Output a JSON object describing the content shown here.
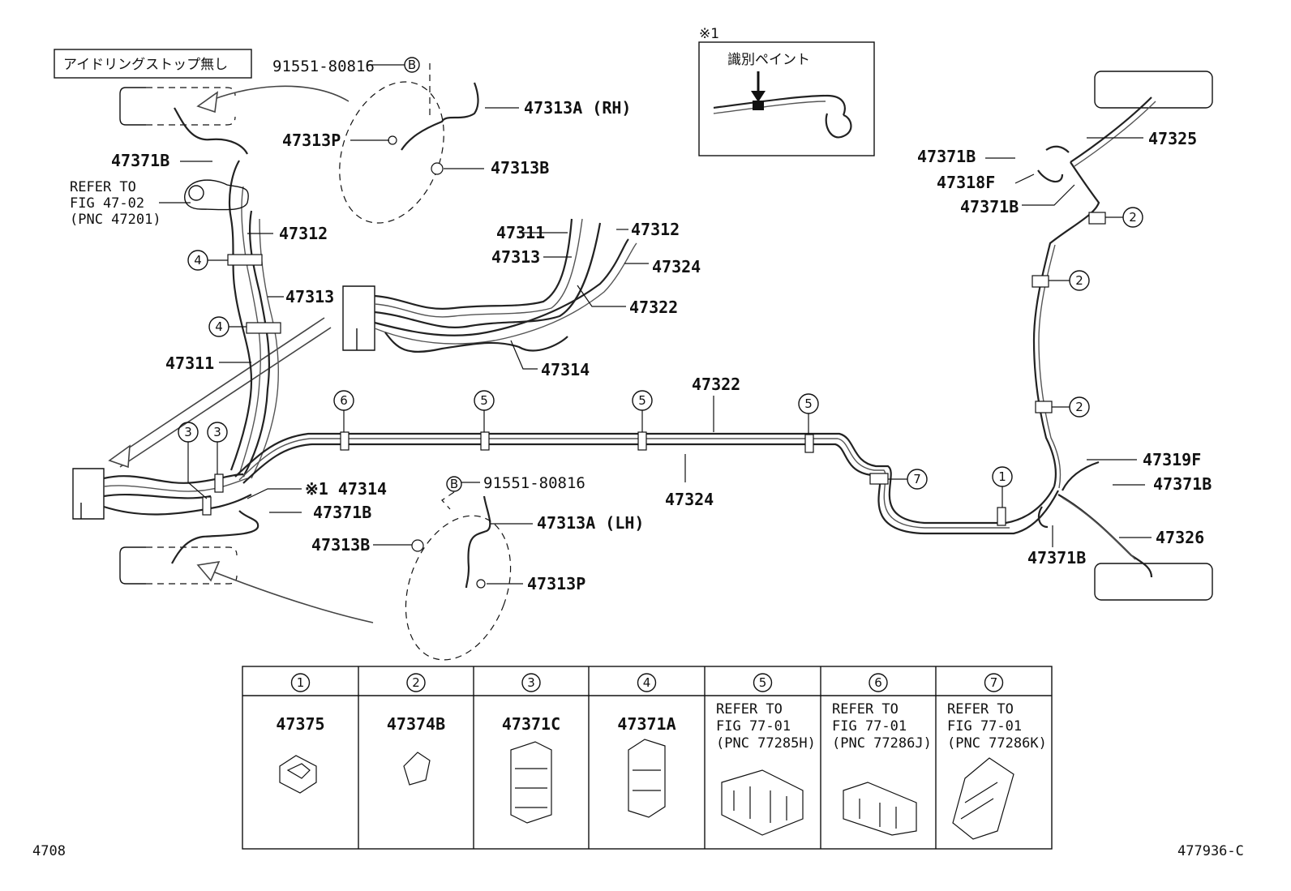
{
  "diagram": {
    "top_note": "アイドリングストップ無し",
    "detail_ref": "※1",
    "detail_caption": "識別ペイント",
    "labels": {
      "p91551_top": "91551-80816",
      "p91551_bottom": "91551-80816",
      "b_mark": "B",
      "p47313A_rh": "47313A (RH)",
      "p47313A_lh": "47313A (LH)",
      "p47313P_top": "47313P",
      "p47313P_bottom": "47313P",
      "p47313B_top": "47313B",
      "p47313B_bottom": "47313B",
      "p47371B_left_top": "47371B",
      "p47371B_left_bottom": "47371B",
      "p47371B_r1": "47371B",
      "p47371B_r2": "47371B",
      "p47371B_r3": "47371B",
      "p47371B_r4": "47371B",
      "refer_fig_1": "REFER TO",
      "refer_fig_2": "FIG 47-02",
      "refer_fig_3": "(PNC 47201)",
      "p47312_left": "47312",
      "p47313_left": "47313",
      "p47311_left": "47311",
      "p47311_mid": "47311",
      "p47313_mid": "47313",
      "p47312_mid": "47312",
      "p47324_mid": "47324",
      "p47322_mid": "47322",
      "p47314_mid": "47314",
      "p47314_note": "※1 47314",
      "p47322_long": "47322",
      "p47324_long": "47324",
      "p47325": "47325",
      "p47318F": "47318F",
      "p47319F": "47319F",
      "p47326": "47326"
    },
    "callouts": {
      "c1": "1",
      "c2": "2",
      "c3": "3",
      "c4": "4",
      "c5": "5",
      "c6": "6",
      "c7": "7"
    },
    "parts_table": [
      {
        "num": "1",
        "lines": [
          "47375"
        ]
      },
      {
        "num": "2",
        "lines": [
          "47374B"
        ]
      },
      {
        "num": "3",
        "lines": [
          "47371C"
        ]
      },
      {
        "num": "4",
        "lines": [
          "47371A"
        ]
      },
      {
        "num": "5",
        "lines": [
          "REFER TO",
          "FIG 77-01",
          "(PNC 77285H)"
        ]
      },
      {
        "num": "6",
        "lines": [
          "REFER TO",
          "FIG 77-01",
          "(PNC 77286J)"
        ]
      },
      {
        "num": "7",
        "lines": [
          "REFER TO",
          "FIG 77-01",
          "(PNC 77286K)"
        ]
      }
    ],
    "footer_left": "4708",
    "footer_right": "477936-C"
  }
}
